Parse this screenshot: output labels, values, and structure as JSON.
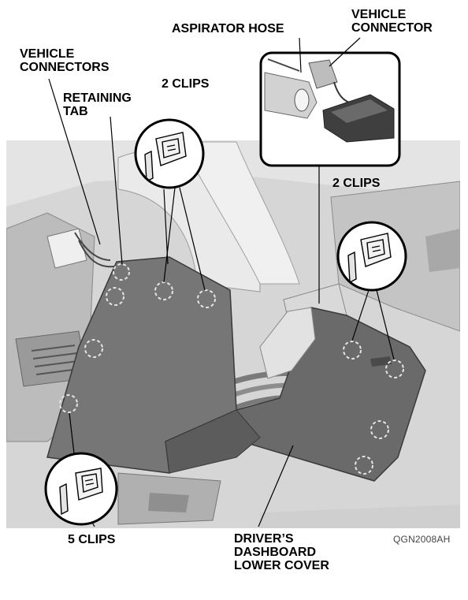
{
  "labels": {
    "aspirator_hose": "ASPIRATOR HOSE",
    "vehicle_connector_top": [
      "VEHICLE",
      "CONNECTOR"
    ],
    "vehicle_connectors_left": [
      "VEHICLE",
      "CONNECTORS"
    ],
    "retaining_tab": [
      "RETAINING",
      "TAB"
    ],
    "two_clips_left": "2 CLIPS",
    "two_clips_right": "2 CLIPS",
    "five_clips": "5 CLIPS",
    "cover": [
      "DRIVER’S",
      "DASHBOARD",
      "LOWER COVER"
    ],
    "figure_code": "QGN2008AH"
  },
  "colors": {
    "cover": "#6f6f6f",
    "dash": "#c9c9c9",
    "background_parts": "#b5b5b5",
    "ink": "#000000"
  }
}
